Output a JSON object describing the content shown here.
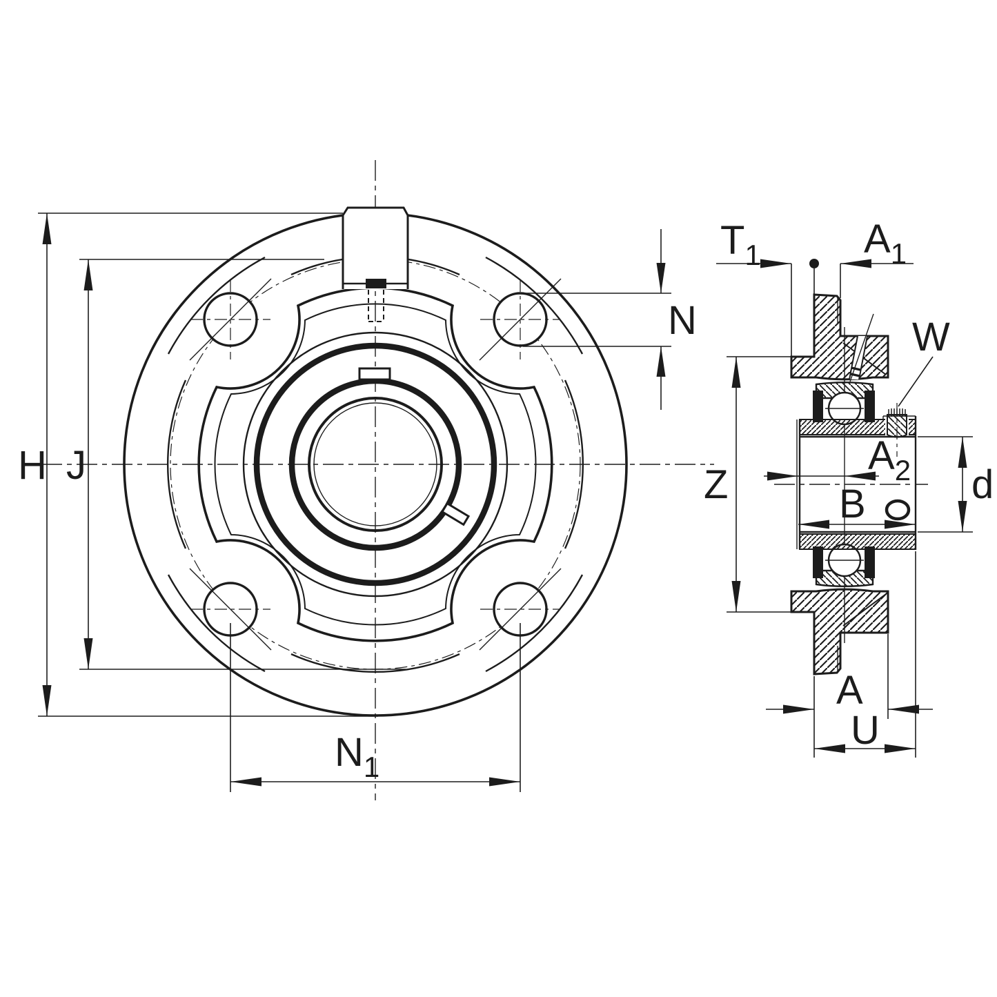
{
  "drawing": {
    "title": "Flanged bearing unit technical drawing (front view and section view)",
    "background_color": "#ffffff",
    "line_color": "#1c1c1c",
    "views": {
      "front_view": {
        "description": "Round 4-bolt flanged cartridge housing, front view",
        "dimension_ids": [
          "H",
          "J",
          "N",
          "N1"
        ]
      },
      "section_view": {
        "description": "Cross section through shaft axis",
        "dimension_ids": [
          "T1",
          "A1",
          "W",
          "Z",
          "A2",
          "d",
          "B",
          "A",
          "U"
        ]
      }
    },
    "labels": {
      "H": {
        "main": "H",
        "sub": ""
      },
      "J": {
        "main": "J",
        "sub": ""
      },
      "N": {
        "main": "N",
        "sub": ""
      },
      "N1": {
        "main": "N",
        "sub": "1"
      },
      "T1": {
        "main": "T",
        "sub": "1"
      },
      "A1": {
        "main": "A",
        "sub": "1"
      },
      "W": {
        "main": "W",
        "sub": ""
      },
      "Z": {
        "main": "Z",
        "sub": ""
      },
      "A2": {
        "main": "A",
        "sub": "2"
      },
      "d": {
        "main": "d",
        "sub": ""
      },
      "B": {
        "main": "B",
        "sub": ""
      },
      "A": {
        "main": "A",
        "sub": ""
      },
      "U": {
        "main": "U",
        "sub": ""
      }
    }
  }
}
